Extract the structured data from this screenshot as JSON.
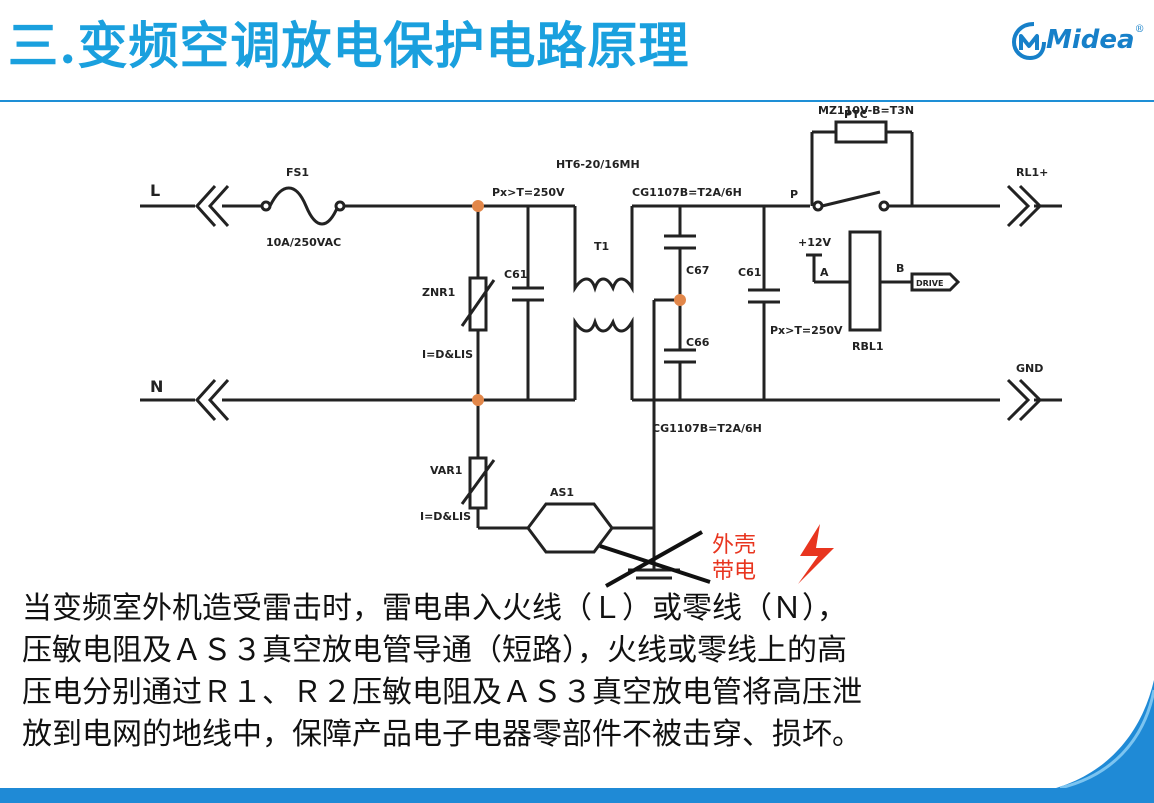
{
  "slide": {
    "title": "三.变频空调放电保护电路原理",
    "logo_text": "Midea",
    "logo_mark": "®"
  },
  "circuit": {
    "labels": {
      "line_L": "L",
      "line_N": "N",
      "fuse_name": "FS1",
      "fuse_rating": "10A/250VAC",
      "cap_top": "Px>T=250V",
      "filter_name": "HT6-20/16MH",
      "cap_series_top": "CG1107B=T2A/6H",
      "cap_series_bottom": "CG1107B=T2A/6H",
      "coil": "T1",
      "c61_a": "C61",
      "c67": "C67",
      "c61_b": "C61",
      "c66": "C66",
      "cap_right": "Px>T=250V",
      "ptc_top": "MZ110V-B=T3N",
      "ptc": "PTC",
      "relay_v": "+12V",
      "relay_a": "A",
      "relay_b": "B",
      "relay_drive": "DRIVE",
      "relay_name": "RBL1",
      "out_rl": "RL1+",
      "out_gnd": "GND",
      "node_p": "P",
      "varistor_top": "ZNR1",
      "varistor_top_i": "I=D&LIS",
      "varistor_bottom": "VAR1",
      "varistor_bottom_i": "I=D&LIS",
      "arrester": "AS1"
    },
    "shell_callout": {
      "line1": "外壳",
      "line2": "带电"
    },
    "colors": {
      "callout": "#e8351f",
      "node": "#e2874a",
      "wire": "#222222"
    }
  },
  "body": {
    "line1": "当变频室外机造受雷击时，雷电串入火线（Ｌ）或零线（Ｎ），",
    "line2": "压敏电阻及ＡＳ３真空放电管导通（短路），火线或零线上的高",
    "line3": "压电分别通过Ｒ１、Ｒ２压敏电阻及ＡＳ３真空放电管将高压泄",
    "line4": "放到电网的地线中，保障产品电子电器零部件不被击穿、损坏。"
  },
  "theme": {
    "title_color": "#1aa0de",
    "accent_blue": "#1f8ad6"
  }
}
